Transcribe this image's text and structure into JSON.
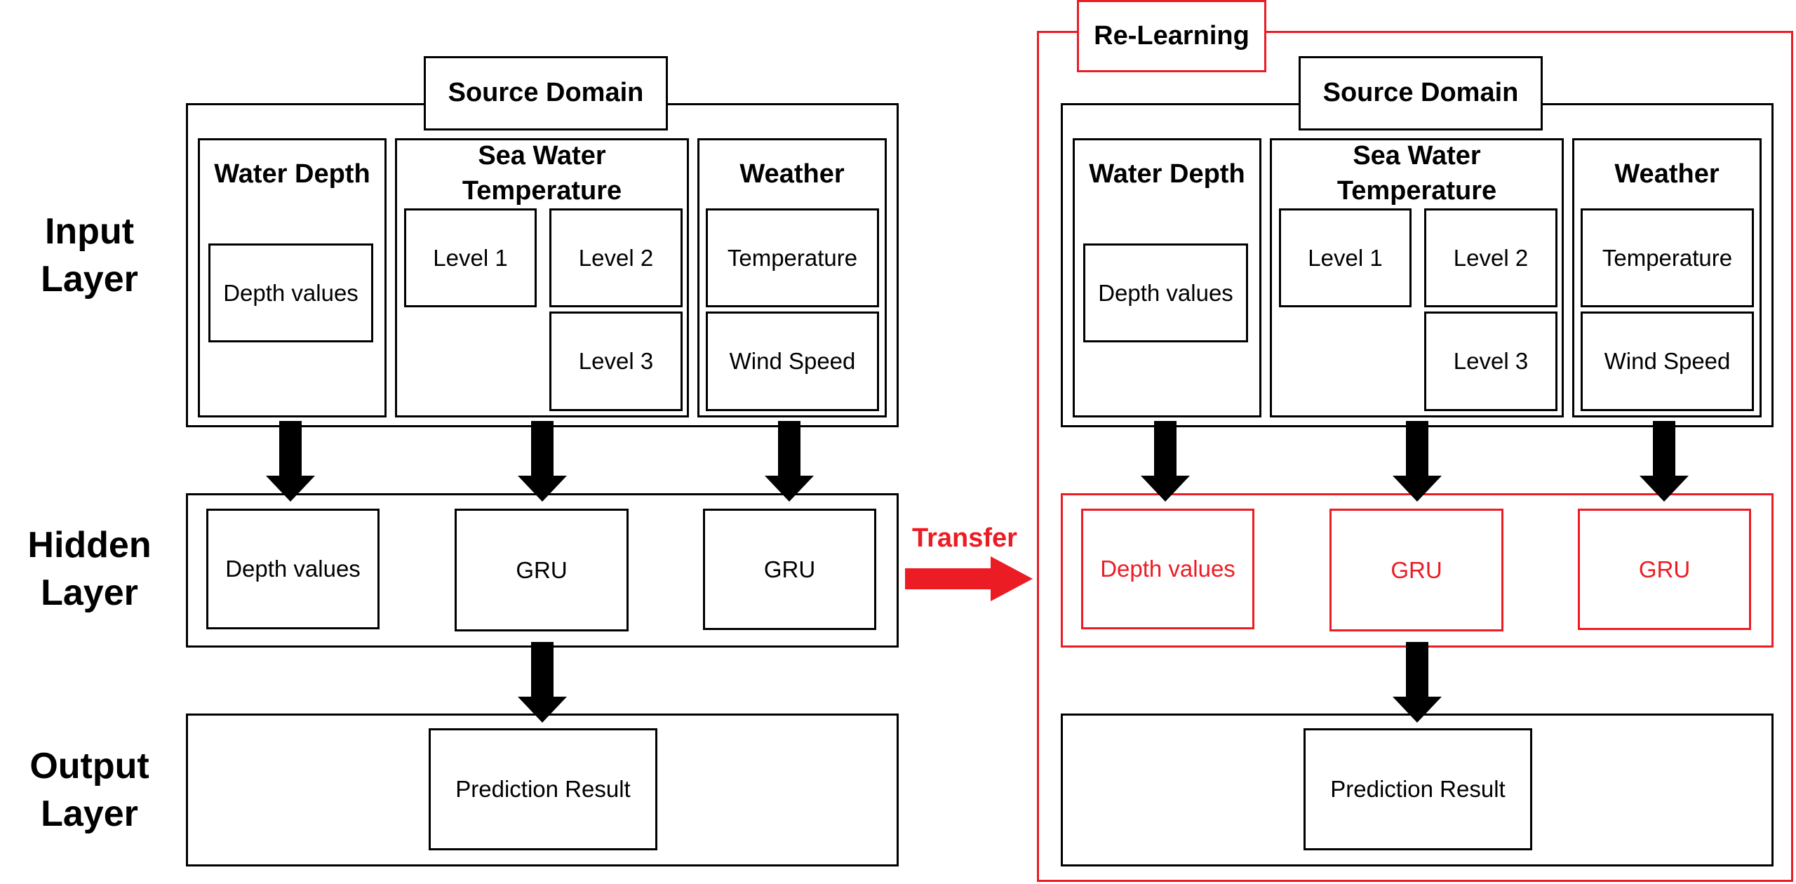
{
  "row_labels": {
    "input": "Input\nLayer",
    "hidden": "Hidden\nLayer",
    "output": "Output\nLayer"
  },
  "left": {
    "source_domain": "Source Domain",
    "water_depth": {
      "title": "Water Depth",
      "item": "Depth values"
    },
    "sea_water_temperature": {
      "title": "Sea Water\nTemperature",
      "levels": [
        "Level 1",
        "Level 2",
        "Level 3"
      ]
    },
    "weather": {
      "title": "Weather",
      "items": [
        "Temperature",
        "Wind Speed"
      ]
    },
    "hidden": [
      "Depth values",
      "GRU",
      "GRU"
    ],
    "output": "Prediction Result"
  },
  "transfer": {
    "label": "Transfer",
    "color": "#ec1c24"
  },
  "right": {
    "relearning": "Re-Learning",
    "source_domain": "Source Domain",
    "water_depth": {
      "title": "Water Depth",
      "item": "Depth values"
    },
    "sea_water_temperature": {
      "title": "Sea Water\nTemperature",
      "levels": [
        "Level 1",
        "Level 2",
        "Level 3"
      ]
    },
    "weather": {
      "title": "Weather",
      "items": [
        "Temperature",
        "Wind Speed"
      ]
    },
    "hidden": [
      "Depth values",
      "GRU",
      "GRU"
    ],
    "output": "Prediction Result"
  },
  "colors": {
    "line": "#000000",
    "highlight": "#ec1c24",
    "background": "#ffffff"
  }
}
